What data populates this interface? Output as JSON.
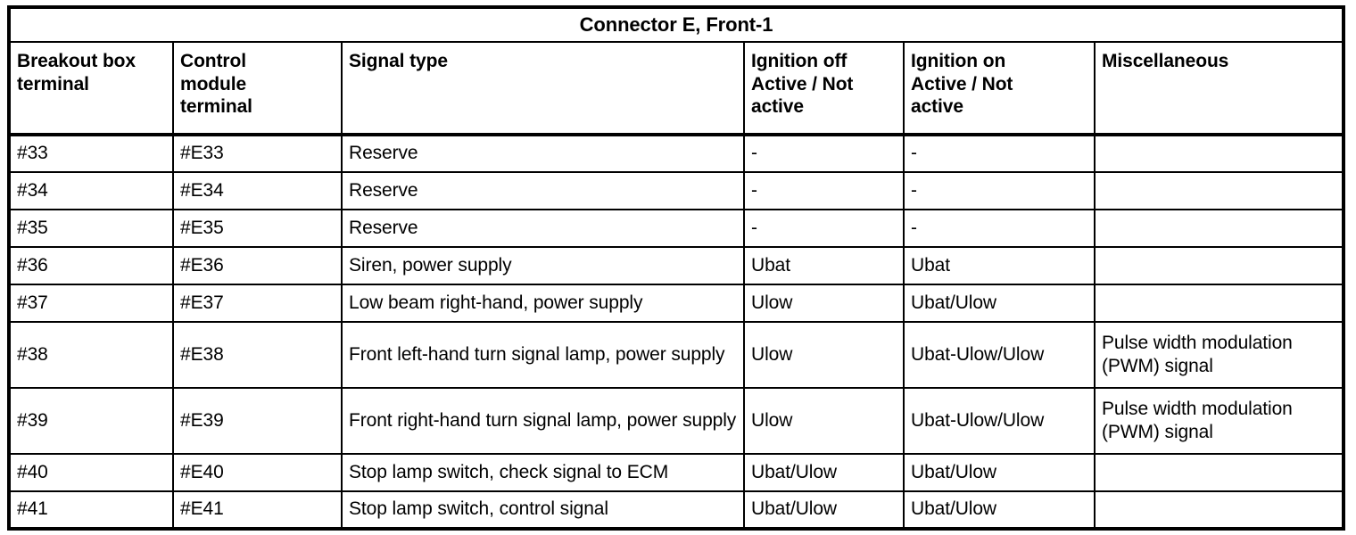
{
  "document": {
    "title": "Connector E, Front-1"
  },
  "table": {
    "columns": [
      {
        "key": "breakout_box_terminal",
        "label": "Breakout box\nterminal",
        "align": "center"
      },
      {
        "key": "control_module_terminal",
        "label": "Control\nmodule\nterminal",
        "align": "center"
      },
      {
        "key": "signal_type",
        "label": "Signal type",
        "align": "left"
      },
      {
        "key": "ignition_off",
        "label": "Ignition off\nActive / Not\nactive",
        "align": "left"
      },
      {
        "key": "ignition_on",
        "label": "Ignition on\nActive / Not\nactive",
        "align": "left"
      },
      {
        "key": "miscellaneous",
        "label": "Miscellaneous",
        "align": "left"
      }
    ],
    "rows": [
      {
        "breakout_box_terminal": "#33",
        "control_module_terminal": "#E33",
        "signal_type": "Reserve",
        "ignition_off": "-",
        "ignition_on": "-",
        "miscellaneous": "",
        "tall": false
      },
      {
        "breakout_box_terminal": "#34",
        "control_module_terminal": "#E34",
        "signal_type": "Reserve",
        "ignition_off": "-",
        "ignition_on": "-",
        "miscellaneous": "",
        "tall": false
      },
      {
        "breakout_box_terminal": "#35",
        "control_module_terminal": "#E35",
        "signal_type": "Reserve",
        "ignition_off": "-",
        "ignition_on": "-",
        "miscellaneous": "",
        "tall": false
      },
      {
        "breakout_box_terminal": "#36",
        "control_module_terminal": "#E36",
        "signal_type": "Siren, power supply",
        "ignition_off": "Ubat",
        "ignition_on": "Ubat",
        "miscellaneous": "",
        "tall": false
      },
      {
        "breakout_box_terminal": "#37",
        "control_module_terminal": "#E37",
        "signal_type": "Low beam right-hand, power supply",
        "ignition_off": "Ulow",
        "ignition_on": "Ubat/Ulow",
        "miscellaneous": "",
        "tall": false
      },
      {
        "breakout_box_terminal": "#38",
        "control_module_terminal": "#E38",
        "signal_type": "Front left-hand turn signal lamp, power supply",
        "ignition_off": "Ulow",
        "ignition_on": "Ubat-Ulow/Ulow",
        "miscellaneous": "Pulse width modulation (PWM) signal",
        "tall": true
      },
      {
        "breakout_box_terminal": "#39",
        "control_module_terminal": "#E39",
        "signal_type": "Front right-hand turn signal lamp, power supply",
        "ignition_off": "Ulow",
        "ignition_on": "Ubat-Ulow/Ulow",
        "miscellaneous": "Pulse width modulation (PWM) signal",
        "tall": true
      },
      {
        "breakout_box_terminal": "#40",
        "control_module_terminal": "#E40",
        "signal_type": "Stop lamp switch, check signal to ECM",
        "ignition_off": "Ubat/Ulow",
        "ignition_on": "Ubat/Ulow",
        "miscellaneous": "",
        "tall": false
      },
      {
        "breakout_box_terminal": "#41",
        "control_module_terminal": "#E41",
        "signal_type": "Stop lamp switch, control signal",
        "ignition_off": "Ubat/Ulow",
        "ignition_on": "Ubat/Ulow",
        "miscellaneous": "",
        "tall": false
      }
    ]
  },
  "style": {
    "border_color": "#000000",
    "text_color": "#000000",
    "background": "#ffffff"
  }
}
